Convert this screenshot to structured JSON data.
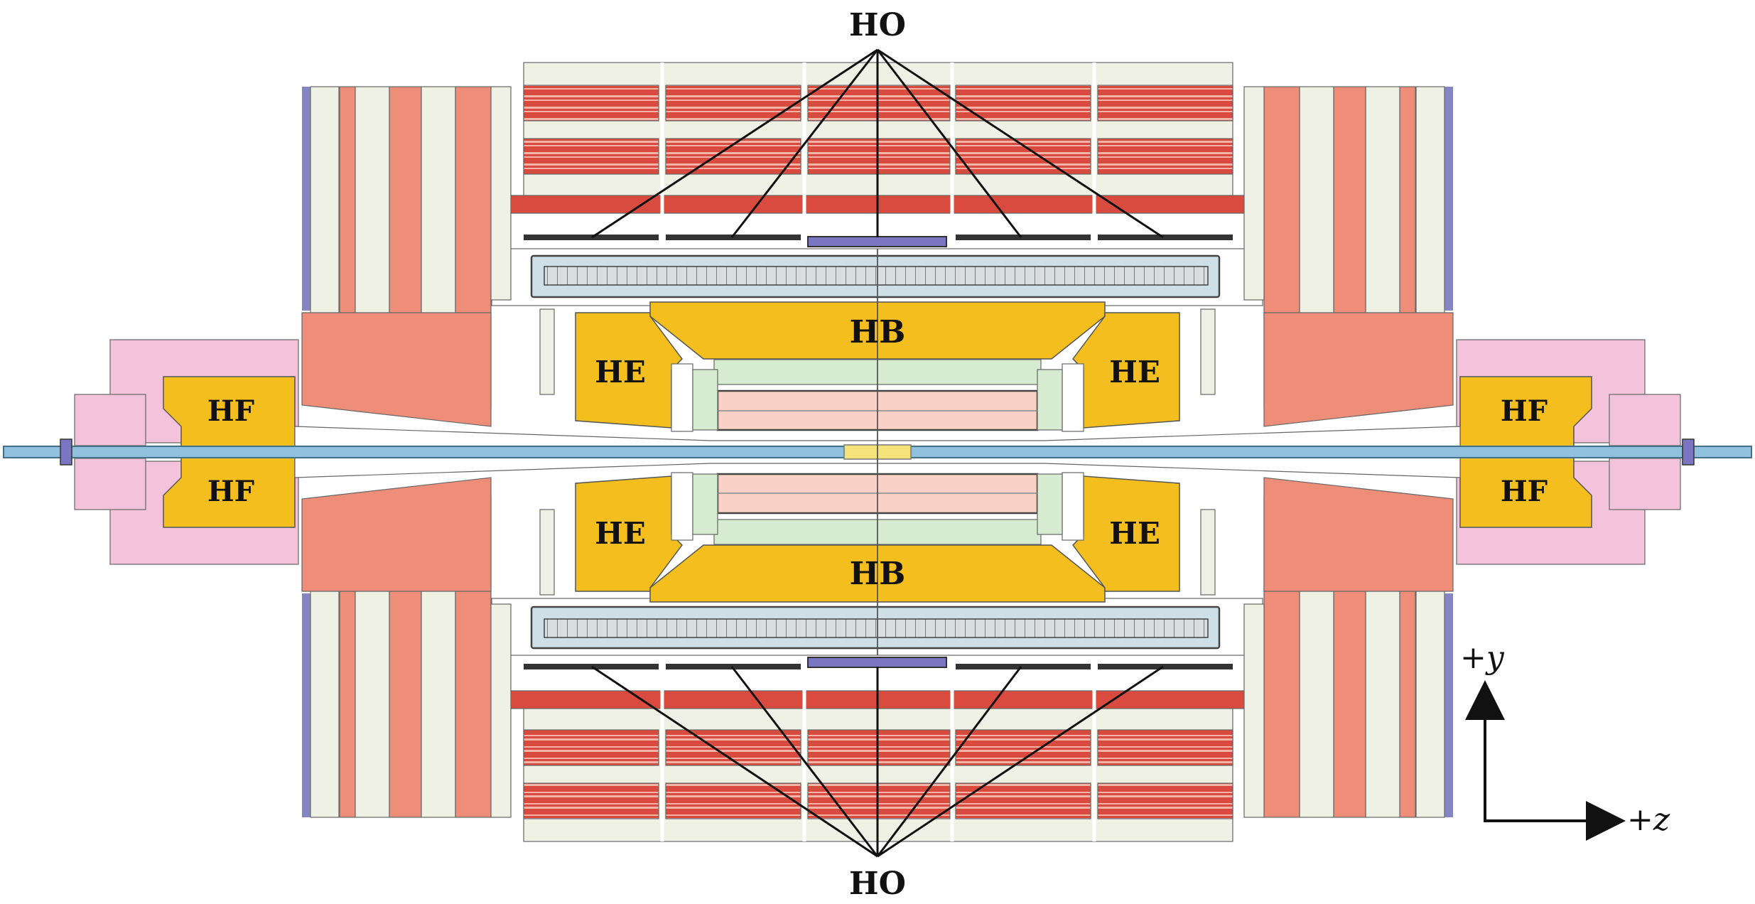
{
  "labels": {
    "ho_top": "HO",
    "ho_bottom": "HO",
    "hb_top": "HB",
    "hb_bottom": "HB",
    "he_top_left": "HE",
    "he_top_right": "HE",
    "he_bottom_left": "HE",
    "he_bottom_right": "HE",
    "hf_top_left": "HF",
    "hf_top_right": "HF",
    "hf_bottom_left": "HF",
    "hf_bottom_right": "HF"
  },
  "axes": {
    "y_label": "+y",
    "z_label": "+z"
  },
  "colors": {
    "calorimeter_yellow": "#F4BF1E",
    "muon_red": "#D94A3F",
    "yoke_salmon": "#EF8E78",
    "light_cream": "#EEF1E4",
    "pink_forward": "#F2C3DB",
    "green_tracker": "#D6EBCF",
    "ecal_pink": "#F8D0C6",
    "solenoid_blue": "#CFDFE8",
    "beam_pipe_blue": "#8FC0DD",
    "edge_purple": "#8585C4"
  }
}
